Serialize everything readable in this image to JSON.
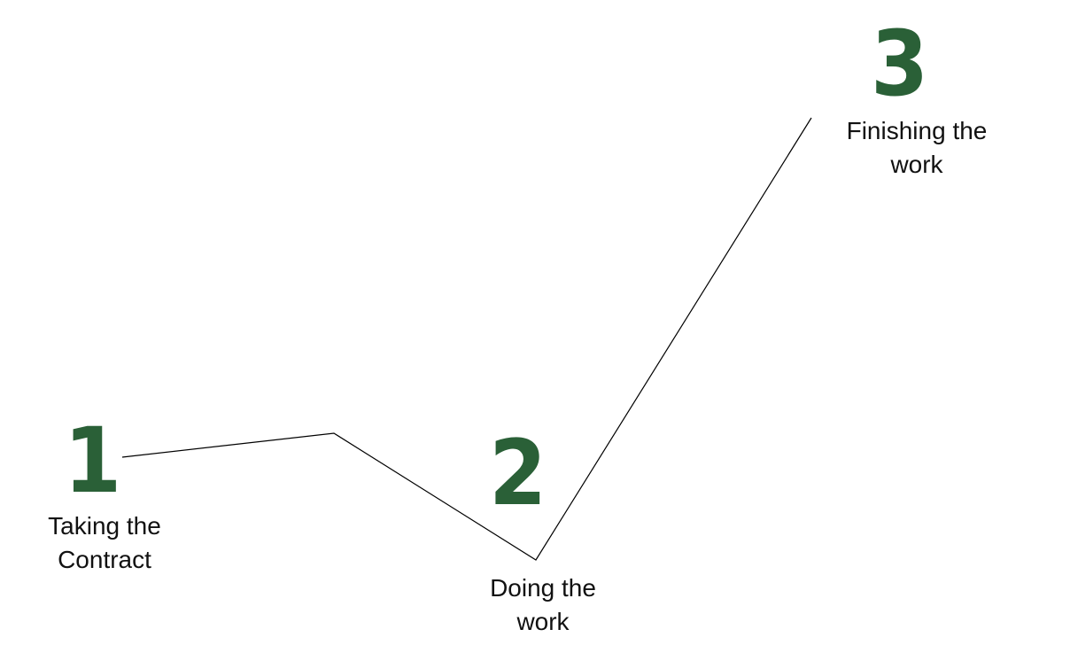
{
  "steps": [
    {
      "number": "1",
      "line1": "Taking the",
      "line2": "Contract"
    },
    {
      "number": "2",
      "line1": "Doing the",
      "line2": "work"
    },
    {
      "number": "3",
      "line1": "Finishing the",
      "line2": "work"
    }
  ],
  "colors": {
    "number": "#2a6037",
    "label": "#111111",
    "line": "#000000",
    "background": "#ffffff"
  }
}
